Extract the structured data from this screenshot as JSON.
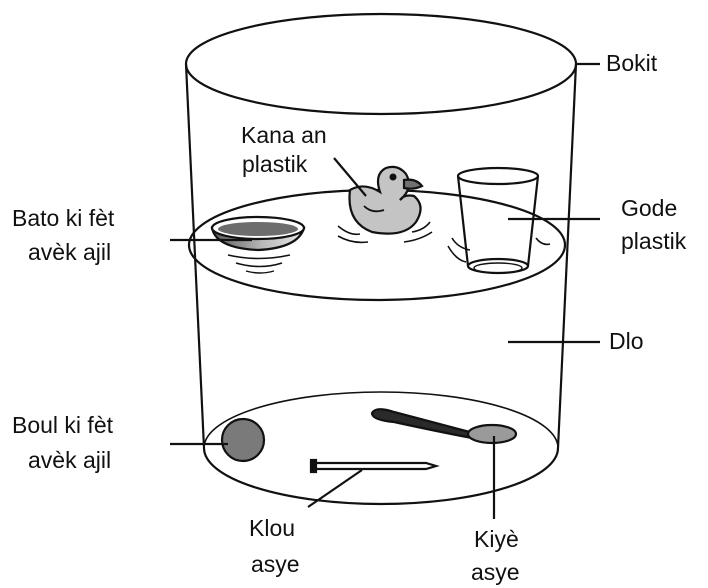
{
  "labels": {
    "bucket": "Bokit",
    "boat_line1": "Bato ki fèt",
    "boat_line2": "avèk ajil",
    "duck_line1": "Kana an",
    "duck_line2": "plastik",
    "cup_line1": "Gode",
    "cup_line2": "plastik",
    "water": "Dlo",
    "ball_line1": "Boul ki fèt",
    "ball_line2": "avèk ajil",
    "nail_line1": "Klou",
    "nail_line2": "asye",
    "spoon_line1": "Kiyè",
    "spoon_line2": "asye"
  },
  "colors": {
    "stroke": "#111111",
    "clay_ball": "#7a7a7a",
    "duck_fill": "#c8c8c8",
    "bowl_fill": "#9a9a9a"
  }
}
